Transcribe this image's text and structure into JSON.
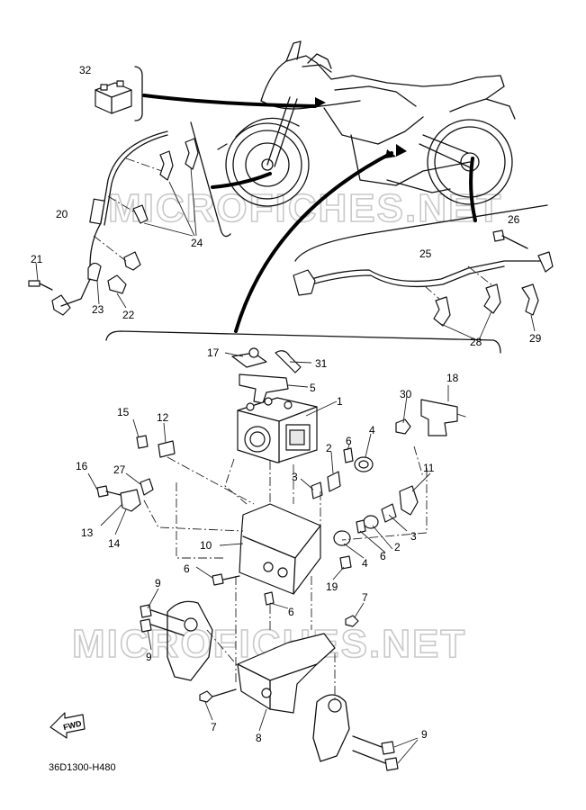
{
  "diagram": {
    "code": "36D1300-H480",
    "watermark": "MICROFICHES.NET",
    "fwd_label": "FWD"
  },
  "callouts": [
    {
      "id": "c32",
      "text": "32"
    },
    {
      "id": "c20",
      "text": "20"
    },
    {
      "id": "c21",
      "text": "21"
    },
    {
      "id": "c23",
      "text": "23"
    },
    {
      "id": "c22",
      "text": "22"
    },
    {
      "id": "c24",
      "text": "24"
    },
    {
      "id": "c26",
      "text": "26"
    },
    {
      "id": "c25",
      "text": "25"
    },
    {
      "id": "c28",
      "text": "28"
    },
    {
      "id": "c29",
      "text": "29"
    },
    {
      "id": "c17",
      "text": "17"
    },
    {
      "id": "c31",
      "text": "31"
    },
    {
      "id": "c5",
      "text": "5"
    },
    {
      "id": "c1",
      "text": "1"
    },
    {
      "id": "c18",
      "text": "18"
    },
    {
      "id": "c30",
      "text": "30"
    },
    {
      "id": "c15",
      "text": "15"
    },
    {
      "id": "c12",
      "text": "12"
    },
    {
      "id": "c4a",
      "text": "4"
    },
    {
      "id": "c6a",
      "text": "6"
    },
    {
      "id": "c2a",
      "text": "2"
    },
    {
      "id": "c3a",
      "text": "3"
    },
    {
      "id": "c16",
      "text": "16"
    },
    {
      "id": "c27",
      "text": "27"
    },
    {
      "id": "c11",
      "text": "11"
    },
    {
      "id": "c13",
      "text": "13"
    },
    {
      "id": "c14",
      "text": "14"
    },
    {
      "id": "c3b",
      "text": "3"
    },
    {
      "id": "c2b",
      "text": "2"
    },
    {
      "id": "c6b",
      "text": "6"
    },
    {
      "id": "c4b",
      "text": "4"
    },
    {
      "id": "c10",
      "text": "10"
    },
    {
      "id": "c6c",
      "text": "6"
    },
    {
      "id": "c19",
      "text": "19"
    },
    {
      "id": "c6d",
      "text": "6"
    },
    {
      "id": "c9a",
      "text": "9"
    },
    {
      "id": "c9b",
      "text": "9"
    },
    {
      "id": "c7a",
      "text": "7"
    },
    {
      "id": "c7b",
      "text": "7"
    },
    {
      "id": "c8",
      "text": "8"
    },
    {
      "id": "c9c",
      "text": "9"
    }
  ]
}
